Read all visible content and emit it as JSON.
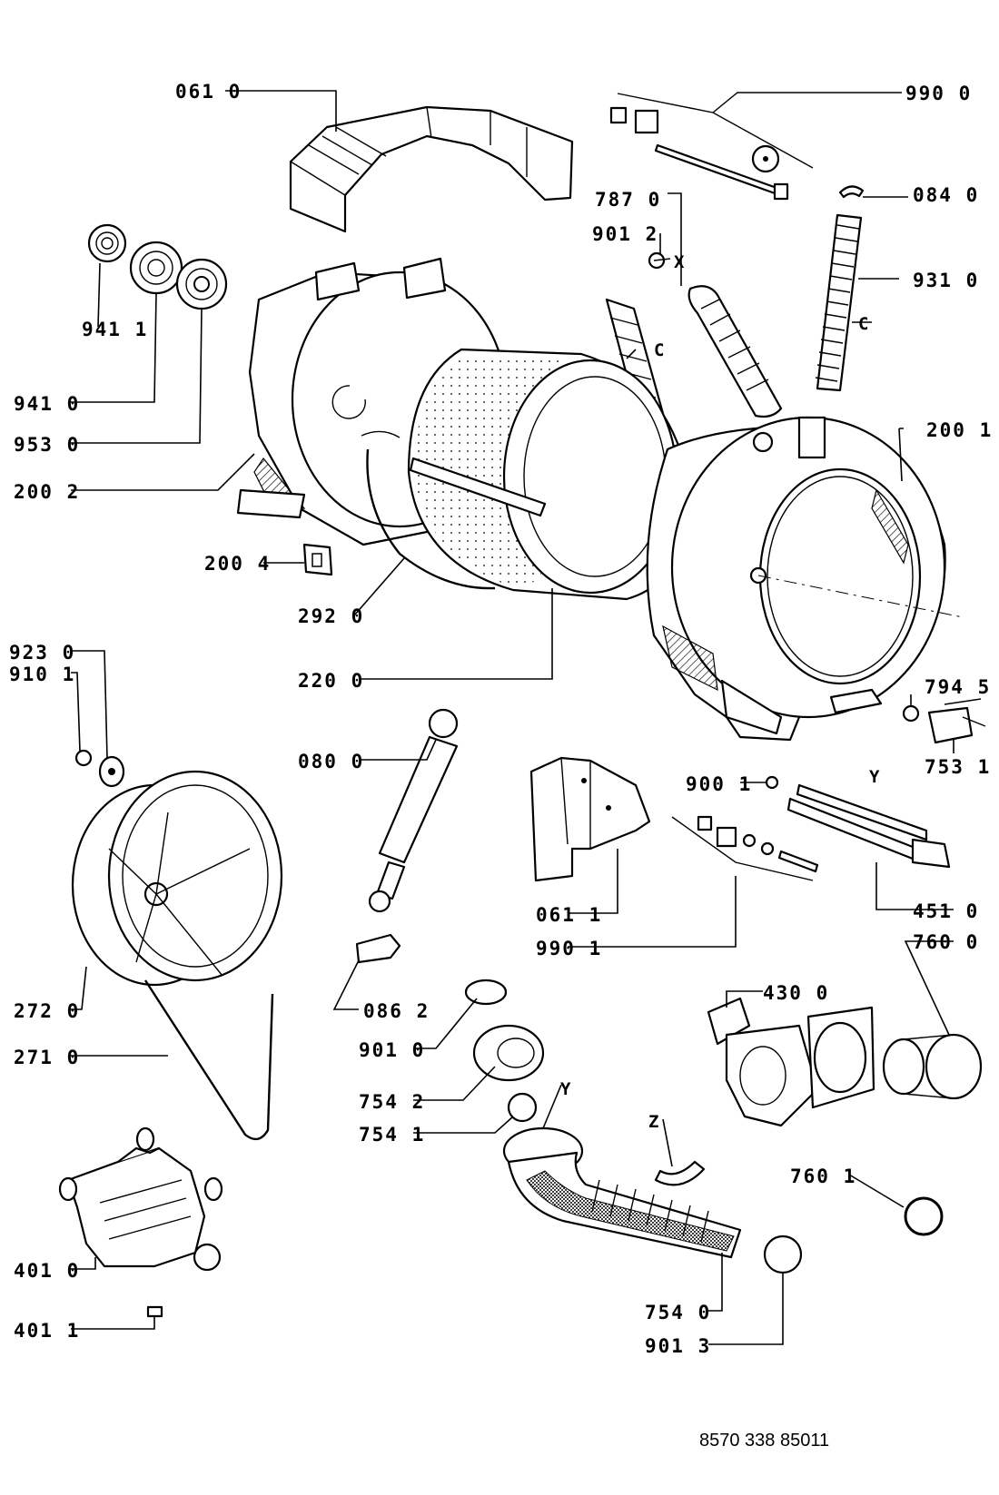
{
  "labels": {
    "l0610": "061 0",
    "l9900": "990 0",
    "l0840": "084 0",
    "l7870": "787 0",
    "l9012": "901 2",
    "lX1": "X",
    "l9310": "931 0",
    "lC1": "C",
    "lC2": "C",
    "l9411": "941 1",
    "l9410": "941 0",
    "l9530": "953 0",
    "l2002": "200 2",
    "l2001": "200 1",
    "l2004": "200 4",
    "l2920": "292 0",
    "l2200": "220 0",
    "l9230": "923 0",
    "l9101": "910 1",
    "l7945": "794 5",
    "l7531": "753 1",
    "lY1": "Y",
    "l0800": "080 0",
    "l9001": "900 1",
    "l0611": "061 1",
    "l9901": "990 1",
    "l4510": "451 0",
    "l7600": "760 0",
    "l2720": "272 0",
    "l0862": "086 2",
    "l4300": "430 0",
    "l2710": "271 0",
    "l9010": "901 0",
    "l7542": "754 2",
    "lY2": "Y",
    "l7541": "754 1",
    "lZ": "Z",
    "l7601": "760 1",
    "l4010": "401 0",
    "l4011": "401 1",
    "l7540": "754 0",
    "l9013": "901 3"
  },
  "footer_code": "8570 338 85011"
}
